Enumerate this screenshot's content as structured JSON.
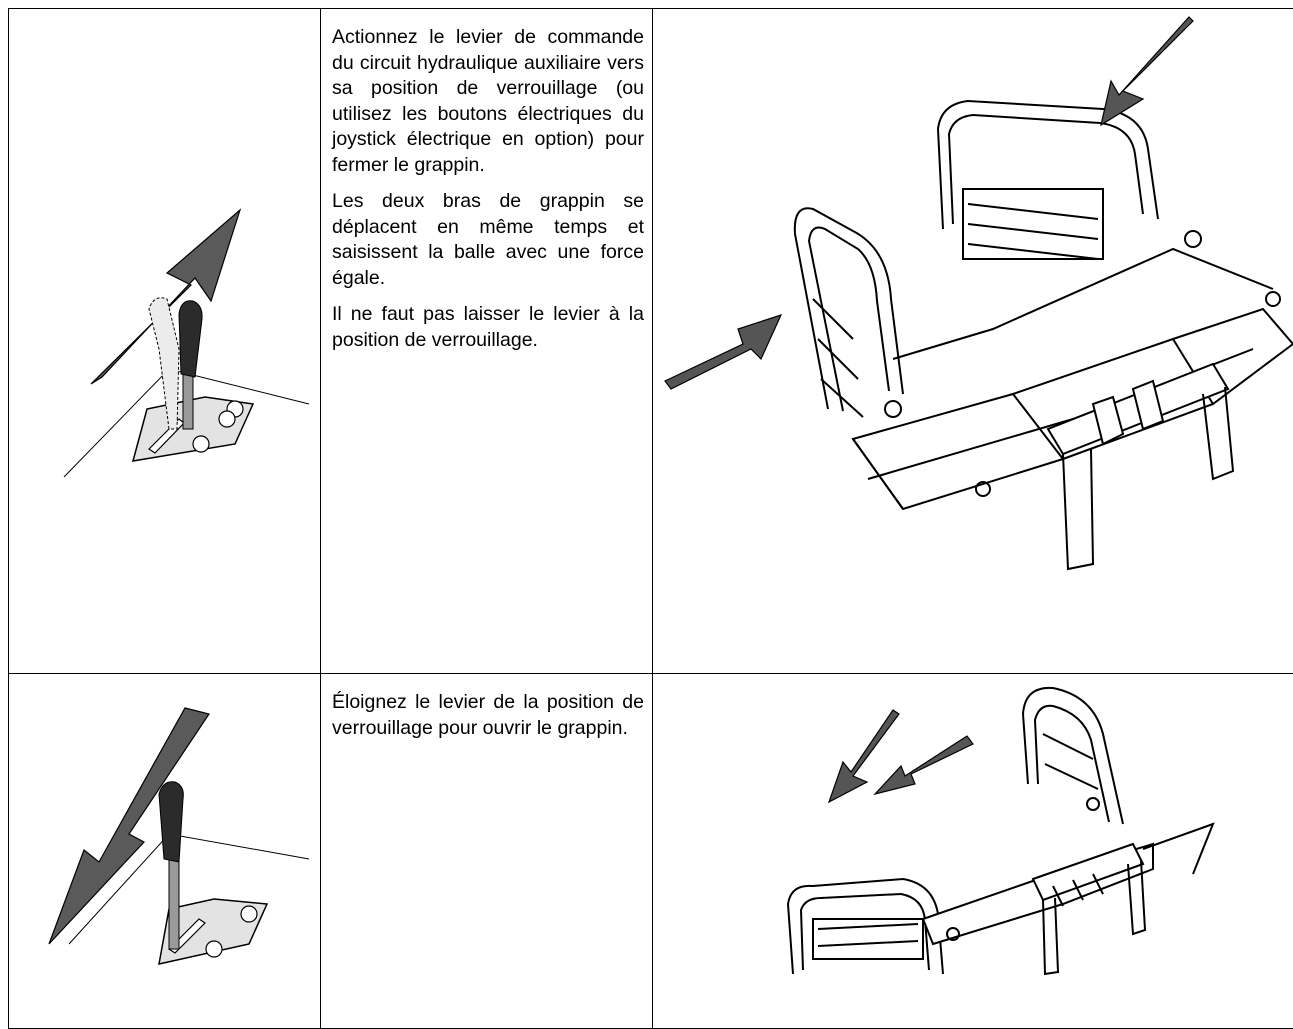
{
  "rows": [
    {
      "paragraphs": [
        "Actionnez le levier de commande du circuit hydraulique auxiliaire vers sa position de verrouillage (ou utilisez les boutons électriques du joystick électrique en option) pour fermer le grappin.",
        "Les deux bras de grappin se déplacent en même temps et saisissent la balle avec une force égale.",
        "Il ne faut pas laisser le levier à la position de verrouillage."
      ],
      "lever_icon": "lever-push-forward-icon",
      "machine_icon": "bale-grab-closing-illustration"
    },
    {
      "paragraphs": [
        "Éloignez le levier de la position de verrouillage pour ouvrir le grappin."
      ],
      "lever_icon": "lever-pull-back-icon",
      "machine_icon": "bale-grab-opening-illustration"
    }
  ],
  "colors": {
    "border": "#000000",
    "arrow": "#555555",
    "handle": "#2b2b2b",
    "ghost_handle": "#e6e6e6"
  }
}
